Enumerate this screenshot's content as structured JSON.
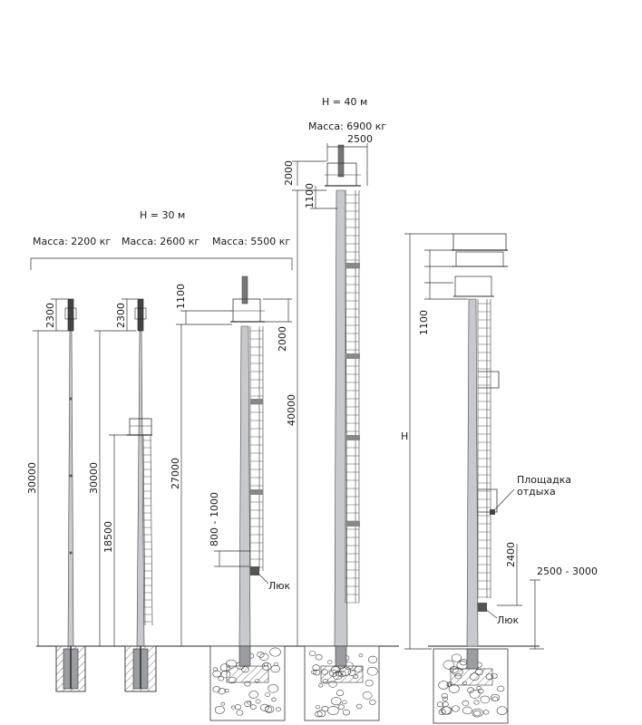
{
  "group_30": {
    "title": "H = 30 м",
    "mass_1": "Масса: 2200 кг",
    "mass_2": "Масса: 2600 кг",
    "mass_3": "Масса: 5500 кг"
  },
  "group_40": {
    "title": "H = 40 м",
    "mass": "Масса: 6900 кг"
  },
  "dims": {
    "m1_top": "2300",
    "m1_height": "30000",
    "m2_top": "2300",
    "m2_height": "30000",
    "m2_platform": "18500",
    "m3_top1": "1100",
    "m3_top2": "2000",
    "m3_height": "27000",
    "m3_step": "800 - 1000",
    "m4_width": "2500",
    "m4_top1": "2000",
    "m4_top2": "1100",
    "m4_height": "40000",
    "m5_top": "1100",
    "m5_height": "H",
    "m5_rest": "2400",
    "m5_hatch_h": "2500 - 3000"
  },
  "labels": {
    "hatch_m3": "Люк",
    "hatch_m5": "Люк",
    "rest_platform_1": "Площадка",
    "rest_platform_2": "отдыха"
  }
}
